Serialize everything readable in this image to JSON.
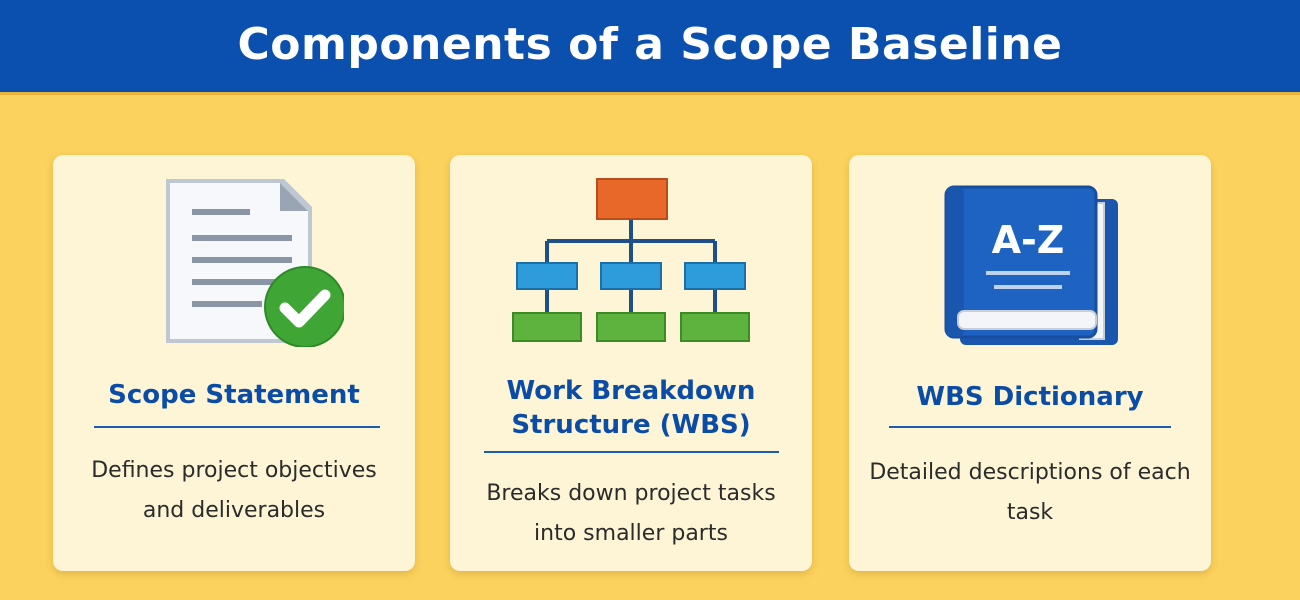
{
  "header": {
    "title": "Components of a Scope Baseline"
  },
  "cards": [
    {
      "icon": "document-check-icon",
      "title": "Scope Statement",
      "description": "Defines project objectives and deliverables"
    },
    {
      "icon": "hierarchy-chart-icon",
      "title": "Work Breakdown Structure (WBS)",
      "description": "Breaks down project tasks into smaller parts"
    },
    {
      "icon": "dictionary-book-icon",
      "title": "WBS Dictionary",
      "description": "Detailed descriptions of each task",
      "icon_text": "A-Z"
    }
  ],
  "colors": {
    "header_bg": "#0B50AE",
    "page_bg": "#FCD25E",
    "card_bg": "#FEF4D6",
    "title_text": "#0B4DA6",
    "check_green": "#3FA535",
    "node_orange": "#E8682A",
    "node_blue": "#2E9BDB",
    "node_green": "#5DB33D",
    "book_blue": "#1F63C2"
  }
}
